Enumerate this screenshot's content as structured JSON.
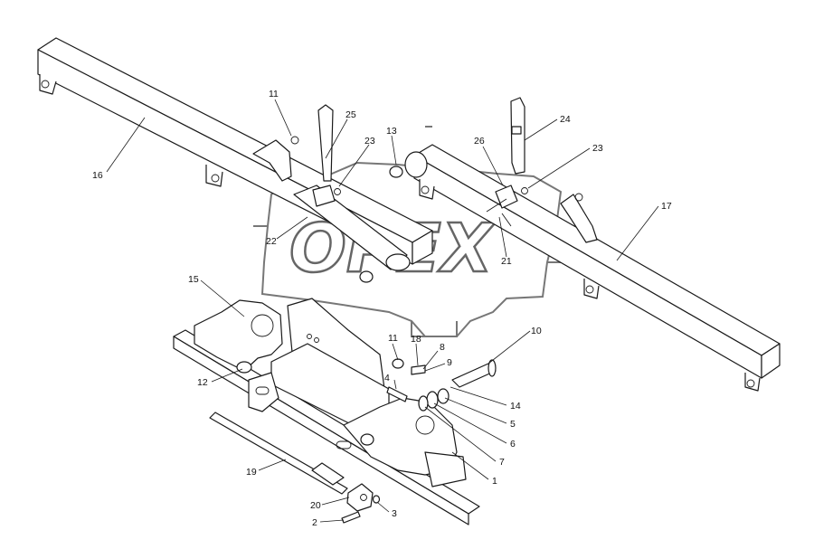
{
  "watermark": {
    "text": "OPEX",
    "color": "#666666"
  },
  "callouts": [
    {
      "id": "c1",
      "label": "1"
    },
    {
      "id": "c2",
      "label": "2"
    },
    {
      "id": "c3",
      "label": "3"
    },
    {
      "id": "c4",
      "label": "4"
    },
    {
      "id": "c5",
      "label": "5"
    },
    {
      "id": "c6",
      "label": "6"
    },
    {
      "id": "c7",
      "label": "7"
    },
    {
      "id": "c8",
      "label": "8"
    },
    {
      "id": "c9",
      "label": "9"
    },
    {
      "id": "c10",
      "label": "10"
    },
    {
      "id": "c11a",
      "label": "11"
    },
    {
      "id": "c11b",
      "label": "11"
    },
    {
      "id": "c12",
      "label": "12"
    },
    {
      "id": "c13",
      "label": "13"
    },
    {
      "id": "c14",
      "label": "14"
    },
    {
      "id": "c15",
      "label": "15"
    },
    {
      "id": "c16",
      "label": "16"
    },
    {
      "id": "c17",
      "label": "17"
    },
    {
      "id": "c18",
      "label": "18"
    },
    {
      "id": "c19",
      "label": "19"
    },
    {
      "id": "c20",
      "label": "20"
    },
    {
      "id": "c21",
      "label": "21"
    },
    {
      "id": "c22",
      "label": "22"
    },
    {
      "id": "c23a",
      "label": "23"
    },
    {
      "id": "c23b",
      "label": "23"
    },
    {
      "id": "c24",
      "label": "24"
    },
    {
      "id": "c25",
      "label": "25"
    },
    {
      "id": "c26",
      "label": "26"
    }
  ]
}
